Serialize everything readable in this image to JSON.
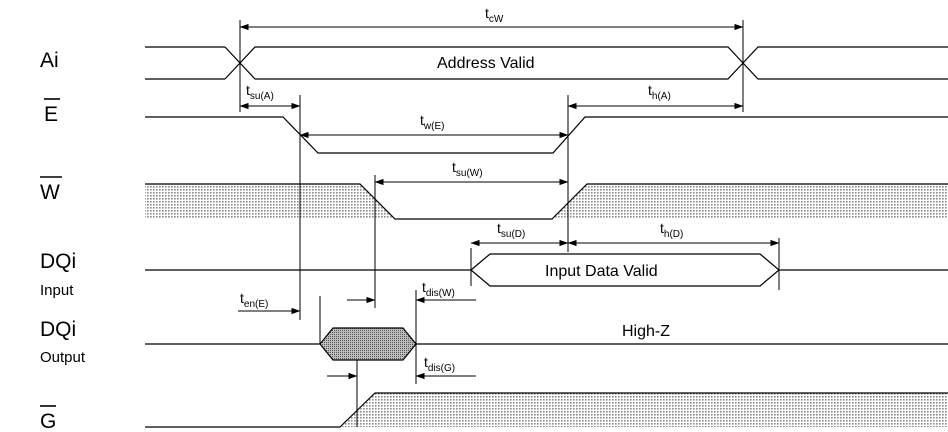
{
  "signals": {
    "ai": "Ai",
    "e": "E",
    "w": "W",
    "dq_in": "DQi",
    "dq_in_sub": "Input",
    "dq_out": "DQi",
    "dq_out_sub": "Output",
    "g": "G"
  },
  "timing": {
    "tcw": {
      "main": "t",
      "sub": "cW"
    },
    "tsu_a": {
      "main": "t",
      "sub": "su(A)"
    },
    "tw_e": {
      "main": "t",
      "sub": "w(E)"
    },
    "th_a": {
      "main": "t",
      "sub": "h(A)"
    },
    "tsu_w": {
      "main": "t",
      "sub": "su(W)"
    },
    "tsu_d": {
      "main": "t",
      "sub": "su(D)"
    },
    "th_d": {
      "main": "t",
      "sub": "h(D)"
    },
    "ten_e": {
      "main": "t",
      "sub": "en(E)"
    },
    "tdis_w": {
      "main": "t",
      "sub": "dis(W)"
    },
    "tdis_g": {
      "main": "t",
      "sub": "dis(G)"
    }
  },
  "bus_text": {
    "address_valid": "Address Valid",
    "input_data_valid": "Input Data Valid",
    "high_z": "High-Z"
  }
}
